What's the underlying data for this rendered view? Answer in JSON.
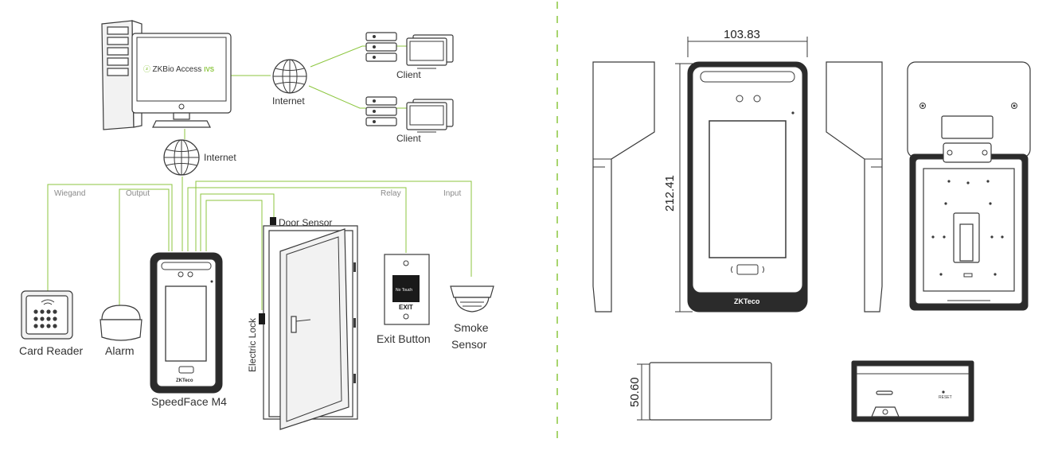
{
  "colors": {
    "wire": "#8cc63f",
    "outline": "#3a3a3a",
    "dark": "#2b2b2b",
    "screen_fill": "#ffffff"
  },
  "wiring_diagram": {
    "software_brand": "ZKBio Access IVS",
    "software_brand_parts": {
      "prefix": "ZKBio Access",
      "suffix": "IVS"
    },
    "internet_labels": [
      "Internet",
      "Internet"
    ],
    "client_labels": [
      "Client",
      "Client"
    ],
    "wire_labels": {
      "wiegand": "Wiegand",
      "output": "Output",
      "relay": "Relay",
      "input": "Input"
    },
    "device_labels": {
      "card_reader": "Card Reader",
      "alarm": "Alarm",
      "speedface": "SpeedFace M4",
      "door_sensor": "Door Sensor",
      "electric_lock": "Electric Lock",
      "exit_button": "Exit Button",
      "smoke_sensor_line1": "Smoke",
      "smoke_sensor_line2": "Sensor"
    },
    "exit_button_face": {
      "top": "No Touch",
      "bottom": "EXIT"
    },
    "device_logo": "ZKTeco"
  },
  "dimensions": {
    "width": "103.83",
    "height": "212.41",
    "depth": "50.60",
    "reset_label": "RESET",
    "device_logo": "ZKTeco"
  }
}
